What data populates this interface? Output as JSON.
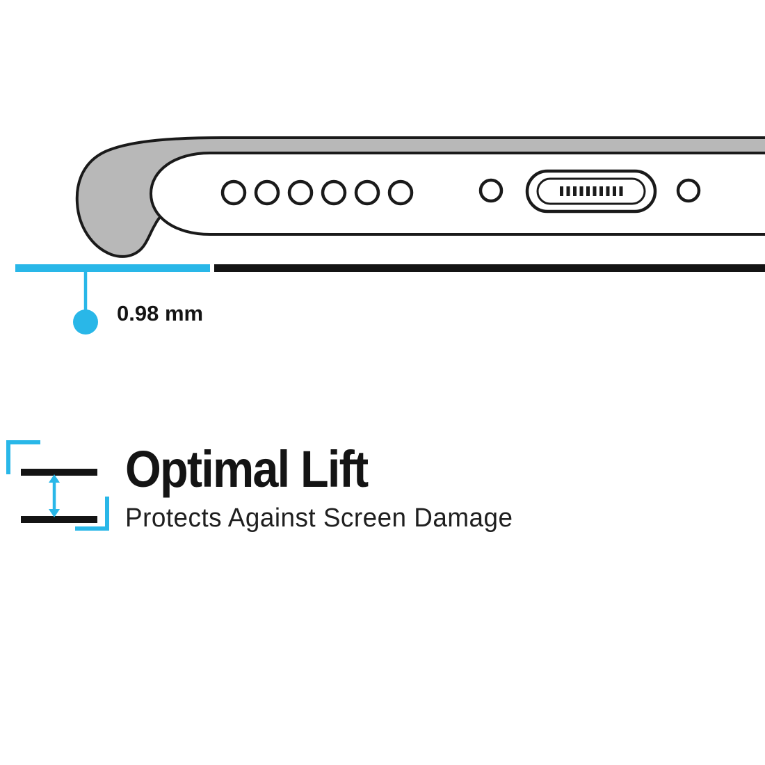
{
  "illustration": {
    "measurement_label": "0.98 mm",
    "colors": {
      "accent_cyan": "#29b7e8",
      "case_gray": "#b8b8b8",
      "outline_black": "#1a1a1a"
    }
  },
  "feature": {
    "title": "Optimal Lift",
    "subtitle": "Protects Against Screen Damage"
  }
}
